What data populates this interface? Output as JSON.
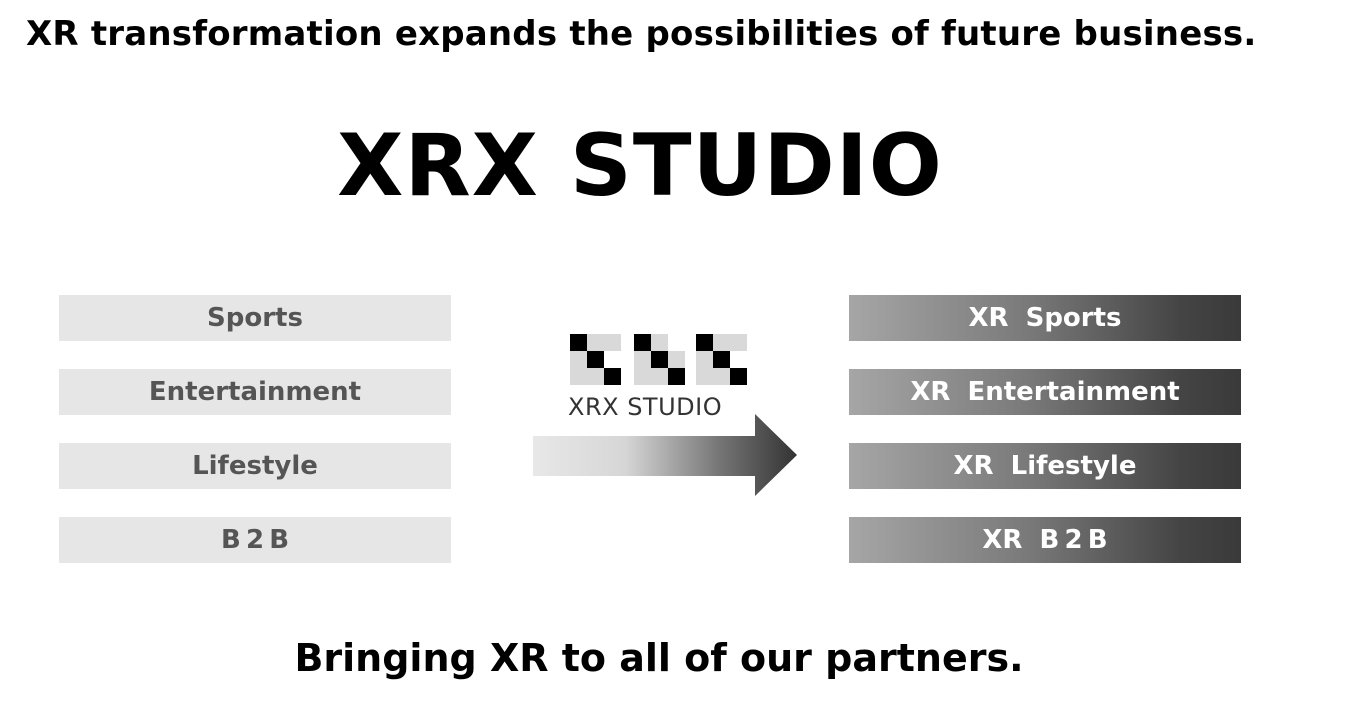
{
  "tagline": "XR transformation expands the possibilities of future business.",
  "main_title": "XRX STUDIO",
  "left_items": [
    "Sports",
    "Entertainment",
    "Lifestyle",
    "B 2 B"
  ],
  "right_items": [
    "XR Sports",
    "XR Entertainment",
    "XR Lifestyle",
    "XR B 2 B"
  ],
  "logo": {
    "text": "XRX STUDIO"
  },
  "footer": "Bringing XR to all of our partners.",
  "colors": {
    "left_box_bg": "#e6e6e6",
    "left_box_text": "#555555",
    "right_box_gradient_start": "#a6a6a6",
    "right_box_gradient_end": "#3a3a3a",
    "right_box_text": "#ffffff"
  }
}
